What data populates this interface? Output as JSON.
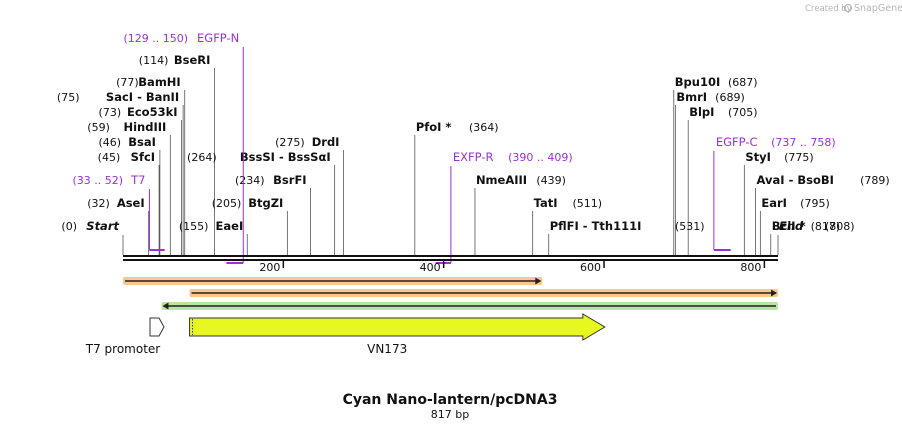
{
  "credit": {
    "prefix": "Created by",
    "brand": "SnapGene"
  },
  "title": "Cyan Nano-lantern/pcDNA3",
  "length": "817 bp",
  "colors": {
    "enzyme": "#111111",
    "primer": "#9b30d9",
    "orf": "#e6f820",
    "orange_arrow": "#f39c33",
    "green_arrow": "#7fd05a",
    "promoter": "#ffffff"
  },
  "ticks": [
    {
      "pos": 200,
      "label": "200"
    },
    {
      "pos": 400,
      "label": "400"
    },
    {
      "pos": 600,
      "label": "600"
    },
    {
      "pos": 800,
      "label": "800"
    }
  ],
  "sites": [
    {
      "pos": 0,
      "num": "(0)",
      "name": "Start",
      "style": "bi",
      "edge": true
    },
    {
      "pos": 32,
      "num": "(32)",
      "name": "AseI",
      "style": "b"
    },
    {
      "pos": 45,
      "num": "(45)",
      "name": "SfcI",
      "style": "b"
    },
    {
      "pos": 46,
      "num": "(46)",
      "name": "BsaI",
      "style": "b"
    },
    {
      "pos": 59,
      "num": "(59)",
      "name": "HindIII",
      "style": "b"
    },
    {
      "pos": 73,
      "num": "(73)",
      "name": "Eco53kI",
      "style": "b"
    },
    {
      "pos": 75,
      "num": "(75)",
      "name": "SacI  - BanII",
      "style": "b"
    },
    {
      "pos": 77,
      "num": "(77)",
      "name": "BamHI",
      "style": "b"
    },
    {
      "pos": 114,
      "num": "(114)",
      "name": "BseRI",
      "style": "b"
    },
    {
      "pos": 155,
      "num": "(155)",
      "name": "EaeI",
      "style": "b"
    },
    {
      "pos": 205,
      "num": "(205)",
      "name": "BtgZI",
      "style": "b"
    },
    {
      "pos": 234,
      "num": "(234)",
      "name": "BsrFI",
      "style": "b"
    },
    {
      "pos": 264,
      "num": "(264)",
      "name": "BssSI  - BssSαI",
      "style": "b"
    },
    {
      "pos": 275,
      "num": "(275)",
      "name": "DrdI",
      "style": "b"
    },
    {
      "pos": 364,
      "num": "(364)",
      "name": "PfoI *",
      "style": "b"
    },
    {
      "pos": 439,
      "num": "(439)",
      "name": "NmeAIII",
      "style": "b"
    },
    {
      "pos": 511,
      "num": "(511)",
      "name": "TatI",
      "style": "b"
    },
    {
      "pos": 531,
      "num": "(531)",
      "name": "PflFI  - Tth111I",
      "style": "b"
    },
    {
      "pos": 687,
      "num": "(687)",
      "name": "Bpu10I",
      "style": "b"
    },
    {
      "pos": 689,
      "num": "(689)",
      "name": "BmrI",
      "style": "b"
    },
    {
      "pos": 705,
      "num": "(705)",
      "name": "BlpI",
      "style": "b"
    },
    {
      "pos": 775,
      "num": "(775)",
      "name": "StyI",
      "style": "b"
    },
    {
      "pos": 789,
      "num": "(789)",
      "name": "AvaI  - BsoBI",
      "style": "b"
    },
    {
      "pos": 795,
      "num": "(795)",
      "name": "EarI",
      "style": "b"
    },
    {
      "pos": 808,
      "num": "(808)",
      "name": "BclI *",
      "style": "b"
    },
    {
      "pos": 817,
      "num": "(817)",
      "name": "End",
      "style": "bi",
      "edge": true
    }
  ],
  "primers": [
    {
      "name": "T7",
      "range": "(33 .. 52)",
      "start": 33,
      "end": 52,
      "strand": "forward"
    },
    {
      "name": "EGFP-N",
      "range": "(129 .. 150)",
      "start": 129,
      "end": 150,
      "strand": "reverse"
    },
    {
      "name": "EXFP-R",
      "range": "(390 .. 409)",
      "start": 390,
      "end": 409,
      "strand": "reverse"
    },
    {
      "name": "EGFP-C",
      "range": "(737 .. 758)",
      "start": 737,
      "end": 758,
      "strand": "forward"
    }
  ],
  "features": [
    {
      "name": "T7 promoter",
      "type": "promoter",
      "start": 33,
      "end": 52
    },
    {
      "name": "VN173",
      "type": "orf",
      "start": 83,
      "end": 601
    }
  ],
  "arrows": [
    {
      "start": 0,
      "end": 523,
      "direction": "right",
      "color": "orange"
    },
    {
      "start": 83,
      "end": 817,
      "direction": "right",
      "color": "orange"
    },
    {
      "start": 48,
      "end": 817,
      "direction": "left",
      "color": "green"
    }
  ]
}
